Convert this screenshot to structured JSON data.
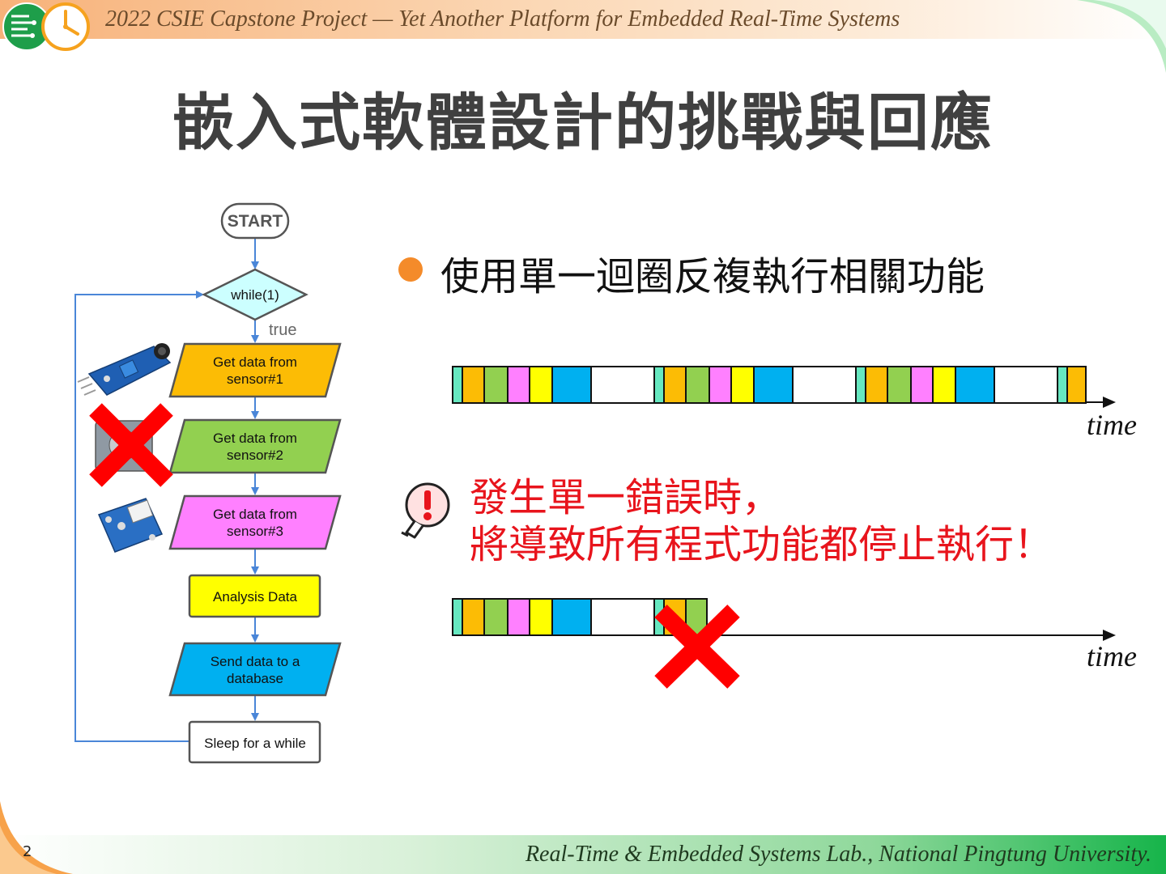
{
  "header": {
    "title": "2022 CSIE Capstone Project — Yet Another Platform for Embedded Real-Time Systems"
  },
  "slide": {
    "title": "嵌入式軟體設計的挑戰與回應",
    "bullet": "使用單一迴圈反複執行相關功能",
    "warning_line1": "發生單一錯誤時，",
    "warning_line2": "將導致所有程式功能都停止執行！",
    "time_label_1": "time",
    "time_label_2": "time"
  },
  "flowchart": {
    "start": "START",
    "condition": "while(1)",
    "true_label": "true",
    "step1_line1": "Get data from",
    "step1_line2": "sensor#1",
    "step2_line1": "Get data from",
    "step2_line2": "sensor#2",
    "step3_line1": "Get data from",
    "step3_line2": "sensor#3",
    "step4": "Analysis Data",
    "step5_line1": "Send data to a",
    "step5_line2": "database",
    "step6": "Sleep for a while"
  },
  "colors": {
    "sensor1": "#fcbc05",
    "sensor2": "#92d050",
    "sensor3": "#ff80ff",
    "analysis": "#ffff00",
    "send": "#00b0f0",
    "condition": "#ccffff",
    "loop_overhead": "#66e8c0",
    "sleep": "#ffffff",
    "warning": "#e8141c",
    "bullet": "#f48b2a"
  },
  "footer": {
    "page_number": "2",
    "text": "Real-Time & Embedded Systems Lab., National Pingtung University."
  }
}
